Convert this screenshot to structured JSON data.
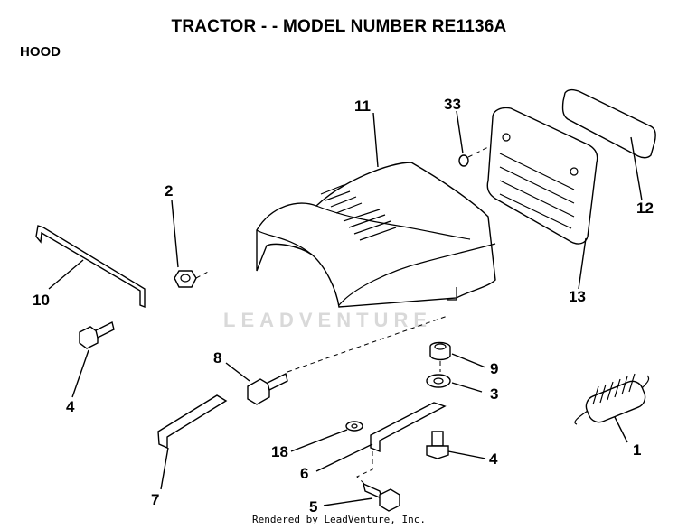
{
  "title": "TRACTOR - - MODEL NUMBER RE1136A",
  "section": "HOOD",
  "watermark": "LEADVENTURE",
  "footer": "Rendered by LeadVenture, Inc.",
  "callouts": {
    "c1": "1",
    "c2": "2",
    "c3": "3",
    "c4a": "4",
    "c4b": "4",
    "c5": "5",
    "c6": "6",
    "c7": "7",
    "c8": "8",
    "c9": "9",
    "c10": "10",
    "c11": "11",
    "c12": "12",
    "c13": "13",
    "c18": "18",
    "c33": "33"
  }
}
